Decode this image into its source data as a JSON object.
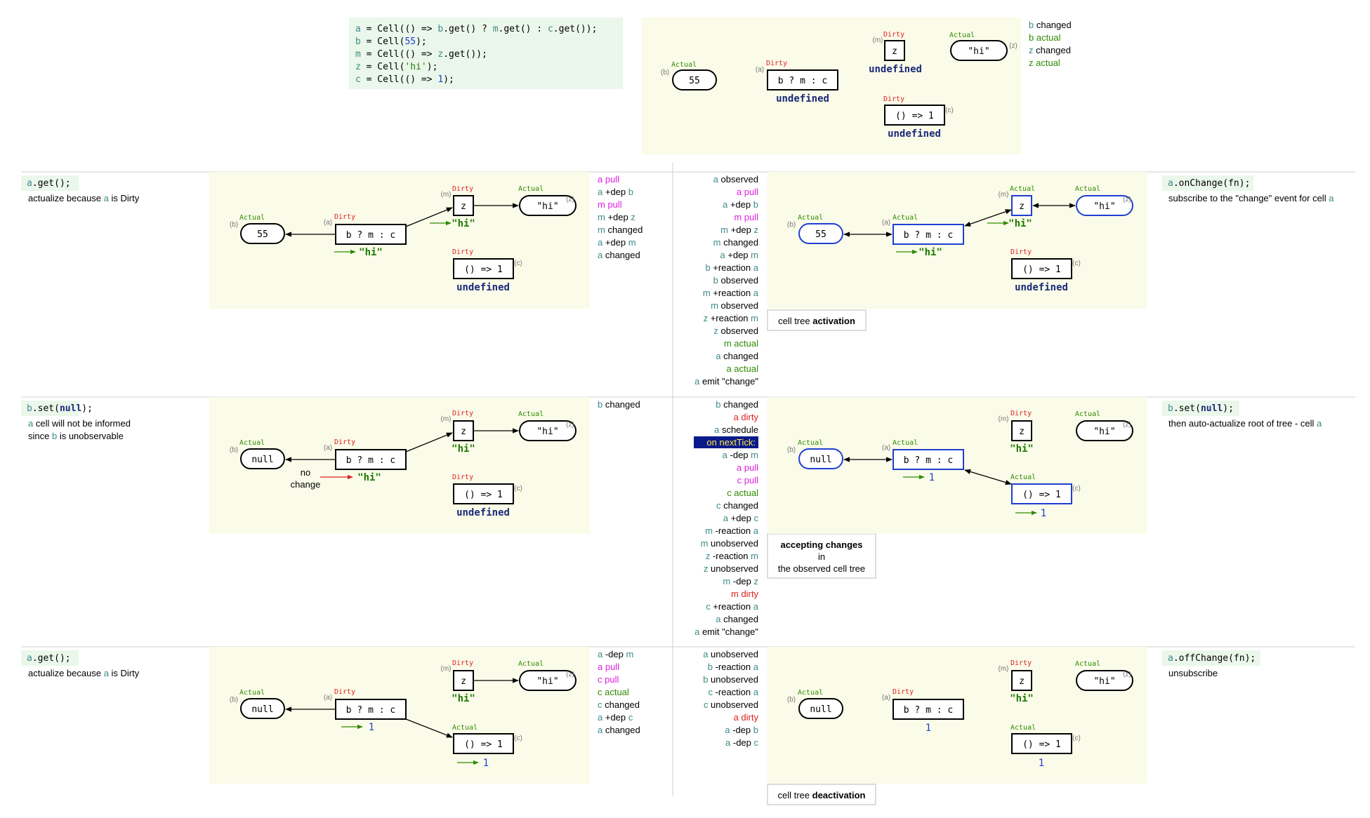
{
  "code_setup": {
    "lines": [
      [
        {
          "t": "a",
          "c": "teal"
        },
        {
          "t": " = Cell(() => "
        },
        {
          "t": "b",
          "c": "teal"
        },
        {
          "t": ".get() ? "
        },
        {
          "t": "m",
          "c": "teal"
        },
        {
          "t": ".get() : "
        },
        {
          "t": "c",
          "c": "teal"
        },
        {
          "t": ".get());"
        }
      ],
      [
        {
          "t": "b",
          "c": "teal"
        },
        {
          "t": " = Cell("
        },
        {
          "t": "55",
          "c": "blue"
        },
        {
          "t": ");"
        }
      ],
      [
        {
          "t": "m",
          "c": "teal"
        },
        {
          "t": " = Cell(() => "
        },
        {
          "t": "z",
          "c": "teal"
        },
        {
          "t": ".get());"
        }
      ],
      [
        {
          "t": "z",
          "c": "teal"
        },
        {
          "t": " = Cell("
        },
        {
          "t": "'hi'",
          "c": "strgreen"
        },
        {
          "t": ");"
        }
      ],
      [
        {
          "t": "c",
          "c": "teal"
        },
        {
          "t": " = Cell(() => "
        },
        {
          "t": "1",
          "c": "blue"
        },
        {
          "t": ");"
        }
      ]
    ]
  },
  "colors": {
    "teal": "#3d8a8a",
    "blue": "#1f3fd1",
    "navy": "#1a2a7a",
    "green": "#2e8b00",
    "darkgreen": "#1e7a00",
    "red": "#e02020",
    "magenta": "#e020e0",
    "panel": "#fafbe8",
    "codebg": "#eaf7ea",
    "hl": "#0b1a8a",
    "hltext": "#ffeb3b"
  },
  "node_text": {
    "b55": "55",
    "bnull": "null",
    "abmc": "b ? m : c",
    "z": "z",
    "hi": "\"hi\"",
    "c1": "() => 1",
    "undefined": "undefined",
    "one": "1",
    "lb": "(b)",
    "la": "(a)",
    "lm": "(m)",
    "lz": "(z)",
    "lc": "(c)",
    "actual": "Actual",
    "dirty": "Dirty",
    "no_change": "no\nchange"
  },
  "top_log": [
    [
      {
        "t": "b",
        "c": "teal"
      },
      {
        "t": " changed"
      }
    ],
    [
      {
        "t": "b actual",
        "c": "green"
      }
    ],
    [
      {
        "t": "z",
        "c": "teal"
      },
      {
        "t": " changed"
      }
    ],
    [
      {
        "t": "z actual",
        "c": "green"
      }
    ]
  ],
  "rows": [
    {
      "code": [
        {
          "t": "a",
          "c": "teal"
        },
        {
          "t": ".get();"
        }
      ],
      "desc": [
        [
          {
            "t": "actualize because "
          },
          {
            "t": "a",
            "c": "teal"
          },
          {
            "t": " is Dirty"
          }
        ]
      ],
      "log": [
        [
          {
            "t": "a pull",
            "c": "magenta"
          }
        ],
        [
          {
            "t": "a",
            "c": "teal"
          },
          {
            "t": " +dep "
          },
          {
            "t": "b",
            "c": "teal"
          }
        ],
        [
          {
            "t": "m pull",
            "c": "magenta"
          }
        ],
        [
          {
            "t": "m",
            "c": "teal"
          },
          {
            "t": " +dep "
          },
          {
            "t": "z",
            "c": "teal"
          }
        ],
        [
          {
            "t": "m",
            "c": "teal"
          },
          {
            "t": " changed"
          }
        ],
        [
          {
            "t": "a",
            "c": "teal"
          },
          {
            "t": " +dep "
          },
          {
            "t": "m",
            "c": "teal"
          }
        ],
        [
          {
            "t": "a",
            "c": "teal"
          },
          {
            "t": " changed"
          }
        ]
      ]
    },
    {
      "code": [
        {
          "t": "b",
          "c": "teal"
        },
        {
          "t": ".set("
        },
        {
          "t": "null",
          "c": "navybold"
        },
        {
          "t": ");"
        }
      ],
      "desc": [
        [
          {
            "t": "a",
            "c": "teal"
          },
          {
            "t": " cell will not be informed"
          }
        ],
        [
          {
            "t": "since "
          },
          {
            "t": "b",
            "c": "teal"
          },
          {
            "t": " is unobservable"
          }
        ]
      ],
      "log": [
        [
          {
            "t": "b",
            "c": "teal"
          },
          {
            "t": " changed"
          }
        ]
      ]
    },
    {
      "code": [
        {
          "t": "a",
          "c": "teal"
        },
        {
          "t": ".get();"
        }
      ],
      "desc": [
        [
          {
            "t": "actualize because "
          },
          {
            "t": "a",
            "c": "teal"
          },
          {
            "t": " is Dirty"
          }
        ]
      ],
      "log": [
        [
          {
            "t": "a",
            "c": "teal"
          },
          {
            "t": " -dep "
          },
          {
            "t": "m",
            "c": "teal"
          }
        ],
        [
          {
            "t": "a pull",
            "c": "magenta"
          }
        ],
        [
          {
            "t": "c pull",
            "c": "magenta"
          }
        ],
        [
          {
            "t": "c actual",
            "c": "green"
          }
        ],
        [
          {
            "t": "c",
            "c": "teal"
          },
          {
            "t": " changed"
          }
        ],
        [
          {
            "t": "a",
            "c": "teal"
          },
          {
            "t": " +dep "
          },
          {
            "t": "c",
            "c": "teal"
          }
        ],
        [
          {
            "t": "a",
            "c": "teal"
          },
          {
            "t": " changed"
          }
        ]
      ]
    }
  ],
  "right_rows": [
    {
      "code": [
        {
          "t": "a",
          "c": "teal"
        },
        {
          "t": ".onChange(fn);"
        }
      ],
      "desc": [
        [
          {
            "t": "subscribe to the \"change\" event for cell "
          },
          {
            "t": "a",
            "c": "teal"
          }
        ]
      ],
      "caption": [
        [
          {
            "t": "cell tree "
          },
          {
            "t": "activation",
            "b": true
          }
        ]
      ],
      "log": [
        [
          {
            "t": "a",
            "c": "teal"
          },
          {
            "t": " observed"
          }
        ],
        [
          {
            "t": "a pull",
            "c": "magenta"
          }
        ],
        [
          {
            "t": "a",
            "c": "teal"
          },
          {
            "t": " +dep "
          },
          {
            "t": "b",
            "c": "teal"
          }
        ],
        [
          {
            "t": "m pull",
            "c": "magenta"
          }
        ],
        [
          {
            "t": "m",
            "c": "teal"
          },
          {
            "t": " +dep "
          },
          {
            "t": "z",
            "c": "teal"
          }
        ],
        [
          {
            "t": "m",
            "c": "teal"
          },
          {
            "t": " changed"
          }
        ],
        [
          {
            "t": "a",
            "c": "teal"
          },
          {
            "t": " +dep "
          },
          {
            "t": "m",
            "c": "teal"
          }
        ],
        [
          {
            "t": "b",
            "c": "teal"
          },
          {
            "t": " +reaction "
          },
          {
            "t": "a",
            "c": "teal"
          }
        ],
        [
          {
            "t": "b",
            "c": "teal"
          },
          {
            "t": " observed"
          }
        ],
        [
          {
            "t": "m",
            "c": "teal"
          },
          {
            "t": " +reaction "
          },
          {
            "t": "a",
            "c": "teal"
          }
        ],
        [
          {
            "t": "m",
            "c": "teal"
          },
          {
            "t": " observed"
          }
        ],
        [
          {
            "t": "z",
            "c": "teal"
          },
          {
            "t": " +reaction "
          },
          {
            "t": "m",
            "c": "teal"
          }
        ],
        [
          {
            "t": "z",
            "c": "teal"
          },
          {
            "t": " observed"
          }
        ],
        [
          {
            "t": "m actual",
            "c": "green"
          }
        ],
        [
          {
            "t": "a",
            "c": "teal"
          },
          {
            "t": " changed"
          }
        ],
        [
          {
            "t": "a actual",
            "c": "green"
          }
        ],
        [
          {
            "t": "a",
            "c": "teal"
          },
          {
            "t": " emit \"change\""
          }
        ]
      ]
    },
    {
      "code": [
        {
          "t": "b",
          "c": "teal"
        },
        {
          "t": ".set("
        },
        {
          "t": "null",
          "c": "navybold"
        },
        {
          "t": ");"
        }
      ],
      "desc": [
        [
          {
            "t": "then auto-actualize root of tree - cell "
          },
          {
            "t": "a",
            "c": "teal"
          }
        ]
      ],
      "caption": [
        [
          {
            "t": "accepting changes",
            "b": true
          }
        ],
        [
          {
            "t": "in"
          }
        ],
        [
          {
            "t": "the observed cell tree"
          }
        ]
      ],
      "log": [
        [
          {
            "t": "b",
            "c": "teal"
          },
          {
            "t": " changed"
          }
        ],
        [
          {
            "t": "a dirty",
            "c": "red"
          }
        ],
        [
          {
            "t": "a",
            "c": "teal"
          },
          {
            "t": " schedule"
          }
        ],
        [
          {
            "t": "on nextTick:",
            "hl": true
          }
        ],
        [
          {
            "t": "a",
            "c": "teal"
          },
          {
            "t": " -dep "
          },
          {
            "t": "m",
            "c": "teal"
          }
        ],
        [
          {
            "t": "a pull",
            "c": "magenta"
          }
        ],
        [
          {
            "t": "c pull",
            "c": "magenta"
          }
        ],
        [
          {
            "t": "c actual",
            "c": "green"
          }
        ],
        [
          {
            "t": "c",
            "c": "teal"
          },
          {
            "t": " changed"
          }
        ],
        [
          {
            "t": "a",
            "c": "teal"
          },
          {
            "t": " +dep "
          },
          {
            "t": "c",
            "c": "teal"
          }
        ],
        [
          {
            "t": "m",
            "c": "teal"
          },
          {
            "t": " -reaction "
          },
          {
            "t": "a",
            "c": "teal"
          }
        ],
        [
          {
            "t": "m",
            "c": "teal"
          },
          {
            "t": " unobserved"
          }
        ],
        [
          {
            "t": "z",
            "c": "teal"
          },
          {
            "t": " -reaction "
          },
          {
            "t": "m",
            "c": "teal"
          }
        ],
        [
          {
            "t": "z",
            "c": "teal"
          },
          {
            "t": " unobserved"
          }
        ],
        [
          {
            "t": "m",
            "c": "teal"
          },
          {
            "t": " -dep "
          },
          {
            "t": "z",
            "c": "teal"
          }
        ],
        [
          {
            "t": "m dirty",
            "c": "red"
          }
        ],
        [
          {
            "t": "c",
            "c": "teal"
          },
          {
            "t": " +reaction "
          },
          {
            "t": "a",
            "c": "teal"
          }
        ],
        [
          {
            "t": "a",
            "c": "teal"
          },
          {
            "t": " changed"
          }
        ],
        [
          {
            "t": "a",
            "c": "teal"
          },
          {
            "t": " emit \"change\""
          }
        ]
      ]
    },
    {
      "code": [
        {
          "t": "a",
          "c": "teal"
        },
        {
          "t": ".offChange(fn);"
        }
      ],
      "desc": [
        [
          {
            "t": "unsubscribe"
          }
        ]
      ],
      "caption": [
        [
          {
            "t": "cell tree "
          },
          {
            "t": "deactivation",
            "b": true
          }
        ]
      ],
      "log": [
        [
          {
            "t": "a",
            "c": "teal"
          },
          {
            "t": " unobserved"
          }
        ],
        [
          {
            "t": "b",
            "c": "teal"
          },
          {
            "t": " -reaction "
          },
          {
            "t": "a",
            "c": "teal"
          }
        ],
        [
          {
            "t": "b",
            "c": "teal"
          },
          {
            "t": " unobserved"
          }
        ],
        [
          {
            "t": "c",
            "c": "teal"
          },
          {
            "t": " -reaction "
          },
          {
            "t": "a",
            "c": "teal"
          }
        ],
        [
          {
            "t": "c",
            "c": "teal"
          },
          {
            "t": " unobserved"
          }
        ],
        [
          {
            "t": "a dirty",
            "c": "red"
          }
        ],
        [
          {
            "t": "a",
            "c": "teal"
          },
          {
            "t": " -dep "
          },
          {
            "t": "b",
            "c": "teal"
          }
        ],
        [
          {
            "t": "a",
            "c": "teal"
          },
          {
            "t": " -dep "
          },
          {
            "t": "c",
            "c": "teal"
          }
        ]
      ]
    }
  ]
}
